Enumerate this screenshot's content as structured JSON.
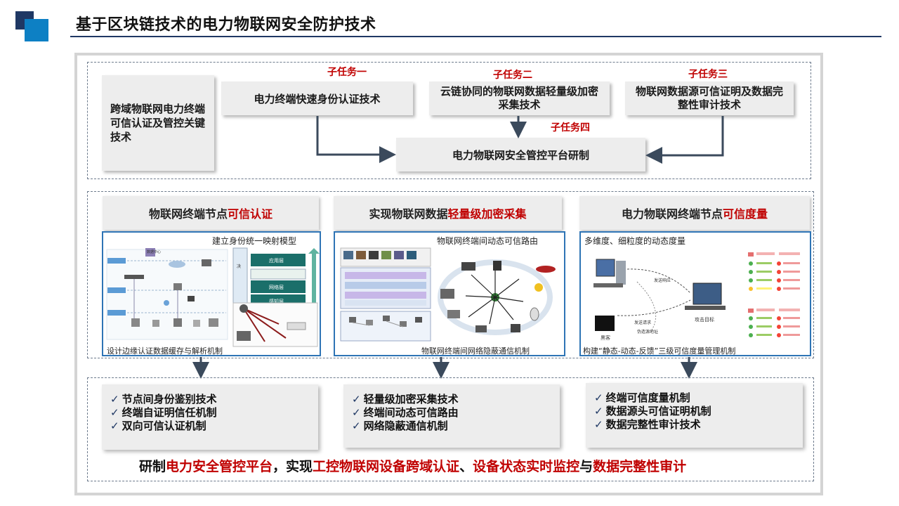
{
  "header": {
    "title": "基于区块链技术的电力物联网安全防护技术"
  },
  "top": {
    "left_box": "跨域物联网电力终端可信认证及管控关键技术",
    "tasks": [
      {
        "label": "子任务一",
        "box": "电力终端快速身份认证技术"
      },
      {
        "label": "子任务二",
        "box": "云链协同的物联网数据轻量级加密采集技术"
      },
      {
        "label": "子任务三",
        "box": "物联网数据源可信证明及数据完整性审计技术"
      },
      {
        "label": "子任务四",
        "box": "电力物联网安全管控平台研制"
      }
    ]
  },
  "panels": [
    {
      "head_pre": "物联网终端节点",
      "head_red": "可信认证",
      "head_post": "",
      "caption_top": "建立身份统一映射模型",
      "caption_bottom": "设计边缘认证数据缓存与解析机制",
      "items": [
        "节点间身份鉴别技术",
        "终端自证明信任机制",
        "双向可信认证机制"
      ]
    },
    {
      "head_pre": "实现物联网数据",
      "head_red": "轻量级加密采集",
      "head_post": "",
      "caption_top": "物联网终端间动态可信路由",
      "caption_bottom": "物联网终端间网络隐蔽通信机制",
      "items": [
        "轻量级加密采集技术",
        "终端间动态可信路由",
        "网络隐蔽通信机制"
      ]
    },
    {
      "head_pre": "电力物联网终端节点",
      "head_red": "可信度量",
      "head_post": "",
      "caption_top": "多维度、细粒度的动态度量",
      "caption_bottom": "构建“静态-动态-反馈”三级可信度量管理机制",
      "items": [
        "终端可信度量机制",
        "数据源头可信证明机制",
        "数据完整性审计技术"
      ]
    }
  ],
  "diagram_text": {
    "p1_app": "应用层",
    "p1_net": "网络层",
    "p1_perc": "感知层",
    "p1_datacenter": "数据中心",
    "p3_send_resp": "发送响应",
    "p3_send_req": "发送请求",
    "p3_forge": "伪造源地址",
    "p3_attack": "攻击目标",
    "p3_black": "黑客"
  },
  "bottom": {
    "p1": "研制",
    "r1": "电力安全管控平台",
    "p2": "，实现",
    "r2": "工控物联网设备跨域认证",
    "p3": "、",
    "r3": "设备状态实时监控",
    "p4": "与",
    "r4": "数据完整性审计"
  },
  "colors": {
    "accent_red": "#c00000",
    "navy": "#1f3864",
    "blue": "#2e74b5",
    "arrow": "#3b4a5c"
  }
}
